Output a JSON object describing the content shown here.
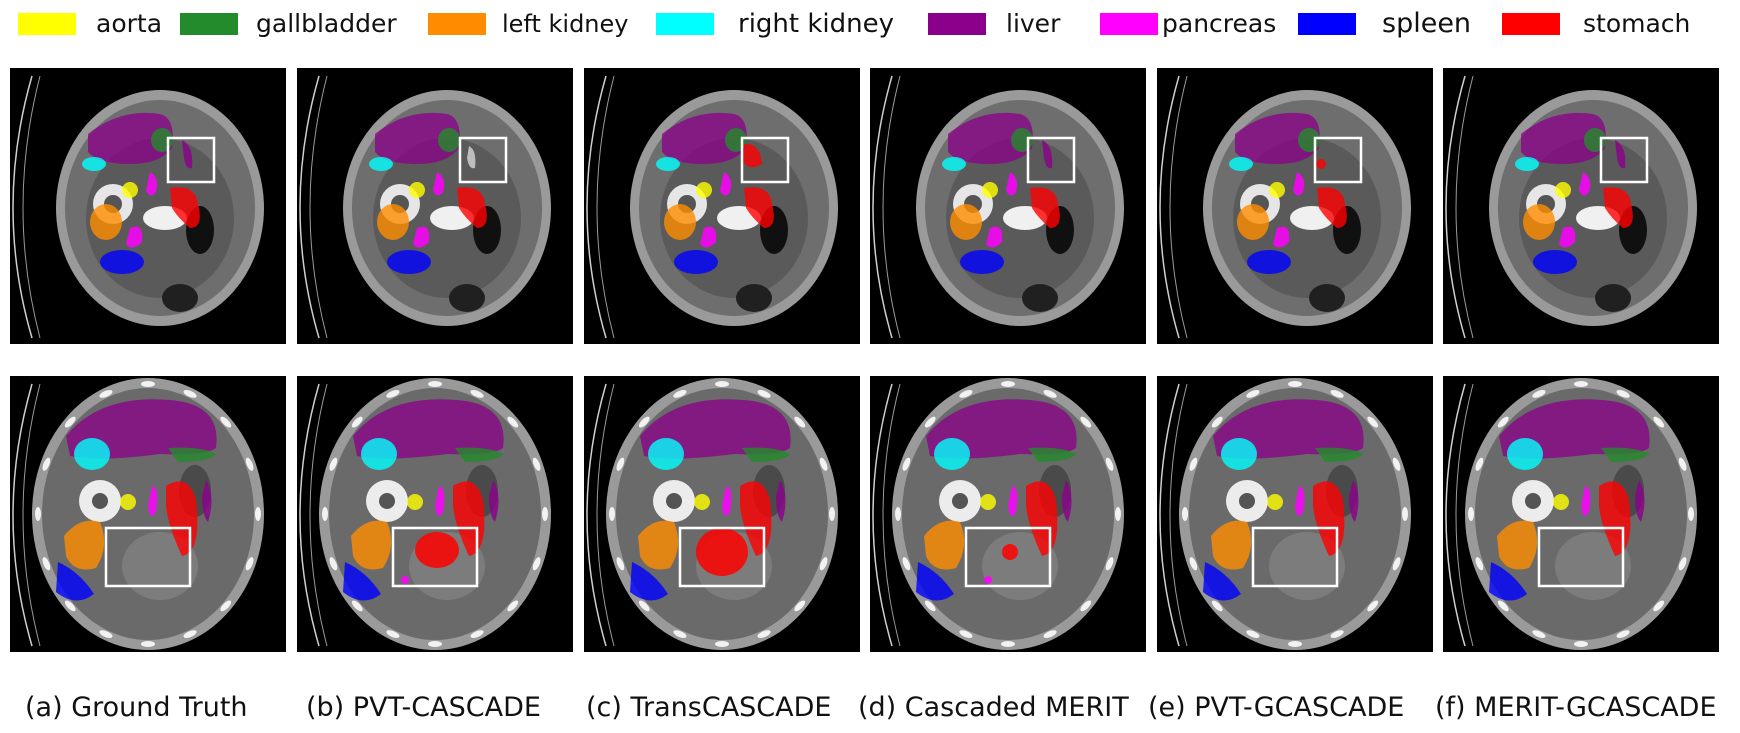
{
  "legend": [
    {
      "label": "aorta",
      "color": "#ffff00"
    },
    {
      "label": "gallbladder",
      "color": "#238b2b"
    },
    {
      "label": "left kidney",
      "color": "#ff8c00"
    },
    {
      "label": "right kidney",
      "color": "#00ffff"
    },
    {
      "label": "liver",
      "color": "#8b008b"
    },
    {
      "label": "pancreas",
      "color": "#ff00ff"
    },
    {
      "label": "spleen",
      "color": "#0000ff"
    },
    {
      "label": "stomach",
      "color": "#ff0000"
    }
  ],
  "captions": [
    "(a) Ground Truth",
    "(b) PVT-CASCADE",
    "(c) TransCASCADE",
    "(d) Cascaded MERIT",
    "(e) PVT-GCASCADE",
    "(f) MERIT-GCASCADE"
  ]
}
